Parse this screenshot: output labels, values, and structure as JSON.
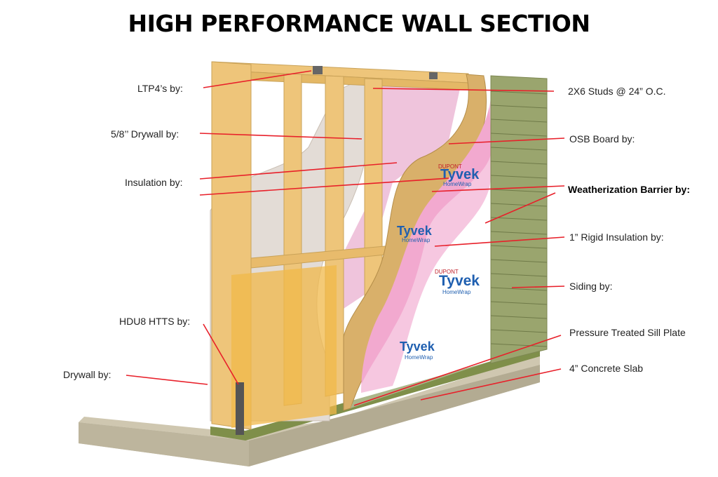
{
  "title": "HIGH PERFORMANCE WALL SECTION",
  "colors": {
    "leader": "#e8202a",
    "lumber": "#eec57a",
    "osb": "#d9b06a",
    "insulation_pink": "#efc4dc",
    "rigid_pink": "#f2a9cf",
    "drywall": "#e3dcd6",
    "siding": "#9aa56e",
    "concrete": "#cfc7b0",
    "sill": "#7f8f4a",
    "tyvek_blue": "#1f5fb0"
  },
  "labels": {
    "ltp4": "LTP4’s by:",
    "drywall58": "5/8’’ Drywall by:",
    "insulation": "Insulation by:",
    "hdu8": "HDU8 HTTS by:",
    "drywall": "Drywall by:",
    "studs": "2X6 Studs @ 24” O.C.",
    "osb": "OSB Board by:",
    "weather": "Weatherization Barrier by:",
    "rigid": "1” Rigid Insulation by:",
    "siding": "Siding by:",
    "sill": "Pressure Treated Sill Plate",
    "slab": "4” Concrete Slab"
  },
  "wrap_text": {
    "brand": "DUPONT",
    "product": "Tyvek",
    "sub": "HomeWrap"
  }
}
